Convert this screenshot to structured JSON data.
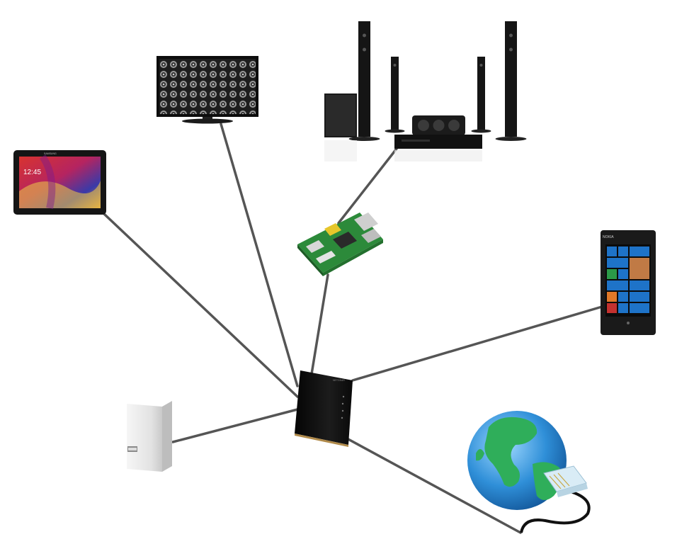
{
  "diagram": {
    "hub": {
      "icon": "router-icon",
      "brand_mark": "NETGEAR"
    },
    "devices": [
      {
        "id": "tablet",
        "icon": "tablet-icon",
        "time_text": "12:45",
        "brand_mark": "SAMSUNG"
      },
      {
        "id": "tv",
        "icon": "television-icon"
      },
      {
        "id": "home-theater",
        "icon": "home-theater-speakers-icon"
      },
      {
        "id": "single-board-computer",
        "icon": "raspberry-pi-board-icon"
      },
      {
        "id": "smartphone",
        "icon": "windows-phone-icon",
        "brand_mark": "NOKIA"
      },
      {
        "id": "network-storage",
        "icon": "network-drive-icon"
      },
      {
        "id": "internet",
        "icon": "globe-ethernet-icon"
      }
    ],
    "colors": {
      "connection_line": "#555555",
      "device_body": "#111111",
      "globe_ocean": "#2f8fd8",
      "globe_land": "#2fae5a",
      "board_green": "#2c8a3a"
    }
  }
}
